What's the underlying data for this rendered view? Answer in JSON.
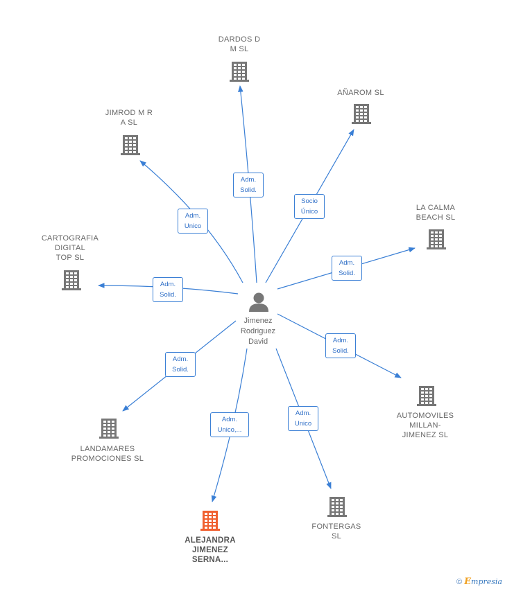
{
  "center": {
    "name": "Jimenez\nRodriguez\nDavid",
    "icon": "person-icon"
  },
  "companies": [
    {
      "id": "dardos",
      "label": "DARDOS D\nM  SL",
      "relation": "Adm.\nSolid.",
      "color": "#777777"
    },
    {
      "id": "anarom",
      "label": "AÑAROM SL",
      "relation": "Socio\nÚnico",
      "color": "#777777"
    },
    {
      "id": "lacalma",
      "label": "LA CALMA\nBEACH  SL",
      "relation": "Adm.\nSolid.",
      "color": "#777777"
    },
    {
      "id": "automoviles",
      "label": "AUTOMOVILES\nMILLAN-\nJIMENEZ SL",
      "relation": "Adm.\nSolid.",
      "color": "#777777"
    },
    {
      "id": "fontergas",
      "label": "FONTERGAS\nSL",
      "relation": "Adm.\nUnico",
      "color": "#777777"
    },
    {
      "id": "alejandra",
      "label": "ALEJANDRA\nJIMENEZ\nSERNA...",
      "relation": "Adm.\nUnico,...",
      "color": "#f06030",
      "highlight": true
    },
    {
      "id": "landamares",
      "label": "LANDAMARES\nPROMOCIONES SL",
      "relation": "Adm.\nSolid.",
      "color": "#777777"
    },
    {
      "id": "cartografia",
      "label": "CARTOGRAFIA\nDIGITAL\nTOP  SL",
      "relation": "Adm.\nSolid.",
      "color": "#777777"
    },
    {
      "id": "jimrod",
      "label": "JIMROD M R\nA SL",
      "relation": "Adm.\nUnico",
      "color": "#777777"
    }
  ],
  "colors": {
    "edge": "#3a7fd5",
    "building": "#777777",
    "building_highlight": "#f06030",
    "person": "#777777"
  },
  "footer": {
    "copyright": "©",
    "brand_first": "E",
    "brand_rest": "mpresia"
  }
}
